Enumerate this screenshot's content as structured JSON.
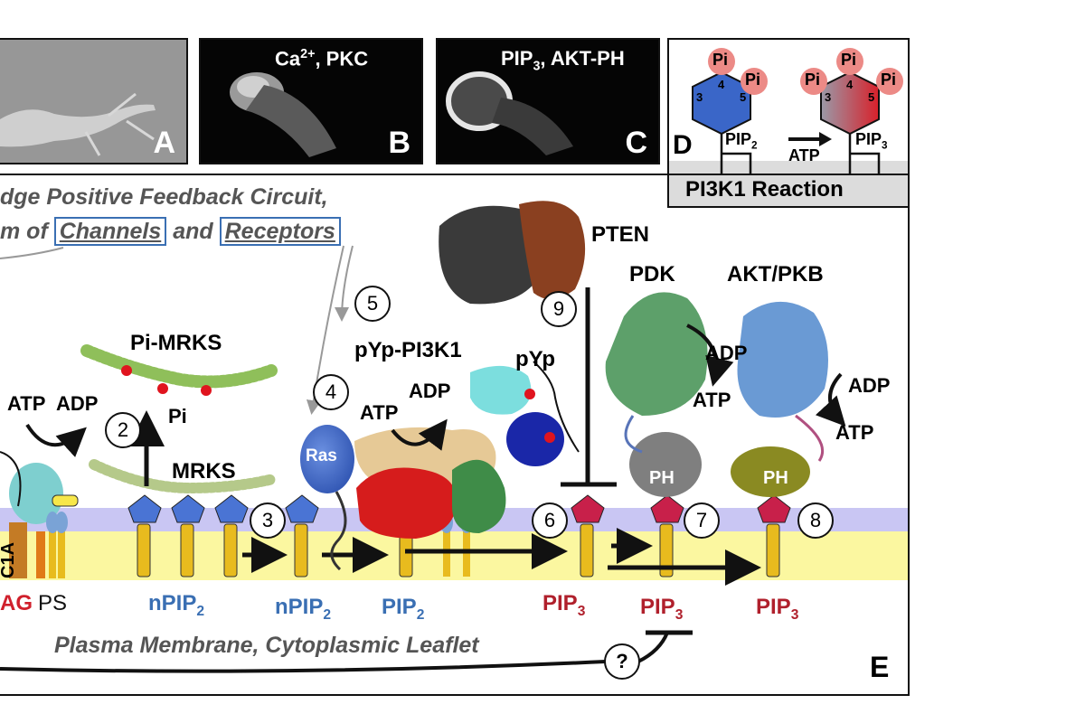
{
  "panels": {
    "a": {
      "letter": "A",
      "caption": ""
    },
    "b": {
      "letter": "B",
      "caption": "Ca",
      "sup": "2+",
      "caption_rest": ", PKC"
    },
    "c": {
      "letter": "C",
      "caption": "PIP",
      "sub": "3",
      "caption_rest": ", AKT-PH"
    },
    "d": {
      "letter": "D",
      "pi": "Pi",
      "pos3": "3",
      "pos4": "4",
      "pos5": "5",
      "pip2": "PIP",
      "pip2_sub": "2",
      "pip3": "PIP",
      "pip3_sub": "3",
      "atp": "ATP",
      "reaction": "PI3K1 Reaction"
    },
    "e": {
      "letter": "E"
    }
  },
  "header": {
    "line1": "dge Positive Feedback Circuit,",
    "line2_start": "m of",
    "channels": "Channels",
    "and": "and",
    "receptors": "Receptors"
  },
  "proteins": {
    "pten": "PTEN",
    "pdk": "PDK",
    "akt": "AKT/PKB",
    "pi3k": "pYp-PI3K1",
    "pyp": "pYp",
    "mrks_p": "Pi-MRKS",
    "mrks": "MRKS",
    "ras": "Ras",
    "ph": "PH",
    "c1a": "C1A"
  },
  "reaction_labels": {
    "atp": "ATP",
    "adp": "ADP",
    "pi": "Pi"
  },
  "lipids": {
    "dag": "AG",
    "ps": "PS",
    "npip2": "nPIP",
    "pip2": "PIP",
    "pip3": "PIP",
    "sub2": "2",
    "sub3": "3"
  },
  "steps": [
    "2",
    "3",
    "4",
    "5",
    "6",
    "7",
    "8",
    "9"
  ],
  "membrane_caption": "Plasma Membrane, Cytoplasmic Leaflet",
  "question": "?",
  "colors": {
    "membrane_yellow": "#fbf7a0",
    "membrane_lavender": "#c9c6f3",
    "pip2_blue": "#3a6fb3",
    "pip3_red": "#b0202c",
    "dag_red": "#d0202c",
    "lipid_head_blue": "#4a74d4",
    "lipid_tail": "#e8bb1e"
  }
}
